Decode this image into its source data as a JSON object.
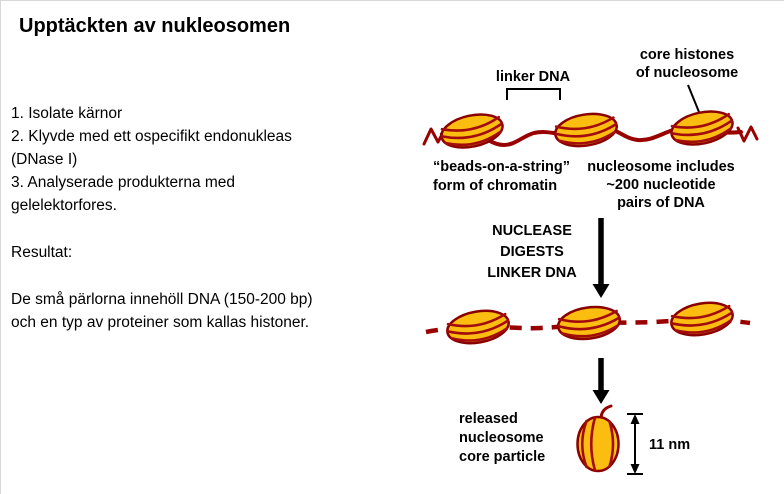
{
  "slide": {
    "title": "Upptäckten av nukleosomen",
    "paragraphs": [
      {
        "lines": [
          "1. Isolate kärnor",
          "2. Klyvde med ett ospecifikt endonukleas",
          "(DNase I)",
          "3. Analyserade produkterna med",
          "gelelektorfores."
        ]
      },
      {
        "lines": [
          "Resultat:"
        ]
      },
      {
        "lines": [
          "De små pärlorna innehöll DNA (150-200 bp)",
          "och en typ av proteiner som kallas histoner."
        ]
      }
    ]
  },
  "diagram": {
    "labels": {
      "linker_dna": "linker DNA",
      "core_histones": [
        "core histones",
        "of nucleosome"
      ],
      "beads_on_a_string": [
        "“beads-on-a-string”",
        "form of chromatin"
      ],
      "nucleosome_includes": [
        "nucleosome includes",
        "~200 nucleotide",
        "pairs of DNA"
      ],
      "nuclease": [
        "NUCLEASE",
        "DIGESTS",
        "LINKER DNA"
      ],
      "released": [
        "released",
        "nucleosome",
        "core particle"
      ],
      "size": "11 nm"
    },
    "colors": {
      "dna_strand": "#990000",
      "bead_fill": "#fbbd10",
      "bead_outline": "#8a0000",
      "arrow": "#000000",
      "text": "#000000",
      "background": "#ffffff"
    }
  }
}
